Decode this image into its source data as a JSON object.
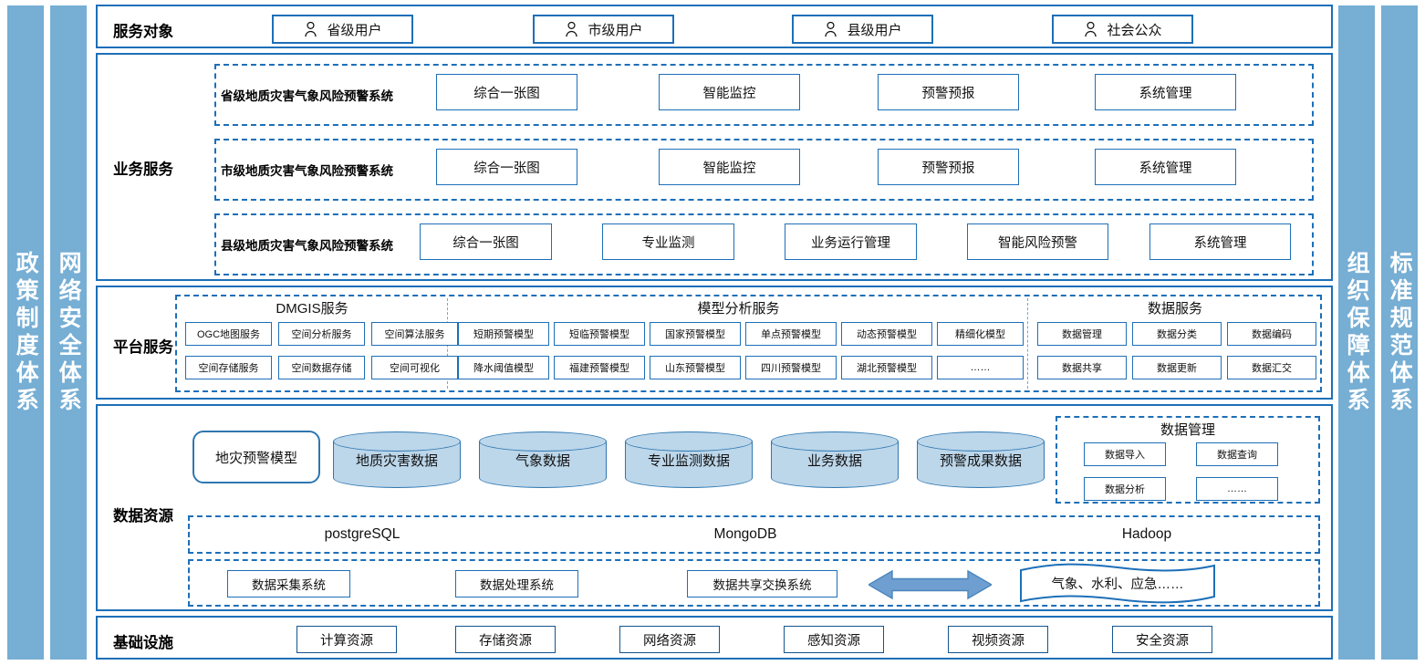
{
  "side_bars": {
    "left": [
      {
        "text": "政策制度体系"
      },
      {
        "text": "网络安全体系"
      }
    ],
    "right": [
      {
        "text": "组织保障体系"
      },
      {
        "text": "标准规范体系"
      }
    ],
    "color": "#76aed4"
  },
  "accent": {
    "border_blue": "#1d6fb8",
    "cylinder_fill": "#bcd6ea",
    "cylinder_stroke": "#2e77b0",
    "arrow_fill": "#6f9fd0"
  },
  "rows": {
    "service_objects": {
      "label": "服务对象",
      "users": [
        {
          "label": "省级用户"
        },
        {
          "label": "市级用户"
        },
        {
          "label": "县级用户"
        },
        {
          "label": "社会公众"
        }
      ]
    },
    "business_services": {
      "label": "业务服务",
      "systems": [
        {
          "name": "省级地质灾害气象风险预警系统",
          "modules": [
            "综合一张图",
            "智能监控",
            "预警预报",
            "系统管理"
          ]
        },
        {
          "name": "市级地质灾害气象风险预警系统",
          "modules": [
            "综合一张图",
            "智能监控",
            "预警预报",
            "系统管理"
          ]
        },
        {
          "name": "县级地质灾害气象风险预警系统",
          "modules": [
            "综合一张图",
            "专业监测",
            "业务运行管理",
            "智能风险预警",
            "系统管理"
          ]
        }
      ]
    },
    "platform_services": {
      "label": "平台服务",
      "groups": [
        {
          "title": "DMGIS服务",
          "row1": [
            "OGC地图服务",
            "空间分析服务",
            "空间算法服务"
          ],
          "row2": [
            "空间存储服务",
            "空间数据存储",
            "空间可视化"
          ]
        },
        {
          "title": "模型分析服务",
          "row1": [
            "短期预警模型",
            "短临预警模型",
            "国家预警模型",
            "单点预警模型",
            "动态预警模型",
            "精细化模型"
          ],
          "row2": [
            "降水阈值模型",
            "福建预警模型",
            "山东预警模型",
            "四川预警模型",
            "湖北预警模型",
            "……"
          ]
        },
        {
          "title": "数据服务",
          "row1": [
            "数据管理",
            "数据分类",
            "数据编码"
          ],
          "row2": [
            "数据共享",
            "数据更新",
            "数据汇交"
          ]
        }
      ]
    },
    "data_resources": {
      "label": "数据资源",
      "model_box": "地灾预警模型",
      "databases": [
        {
          "label": "地质灾害数据"
        },
        {
          "label": "气象数据"
        },
        {
          "label": "专业监测数据"
        },
        {
          "label": "业务数据"
        },
        {
          "label": "预警成果数据"
        }
      ],
      "data_management": {
        "title": "数据管理",
        "items": [
          "数据导入",
          "数据查询",
          "数据分析",
          "……"
        ]
      },
      "db_tech": [
        "postgreSQL",
        "MongoDB",
        "Hadoop"
      ],
      "pipeline": {
        "systems": [
          "数据采集系统",
          "数据处理系统",
          "数据共享交换系统"
        ],
        "external": "气象、水利、应急……"
      }
    },
    "infrastructure": {
      "label": "基础设施",
      "items": [
        "计算资源",
        "存储资源",
        "网络资源",
        "感知资源",
        "视频资源",
        "安全资源"
      ]
    }
  }
}
